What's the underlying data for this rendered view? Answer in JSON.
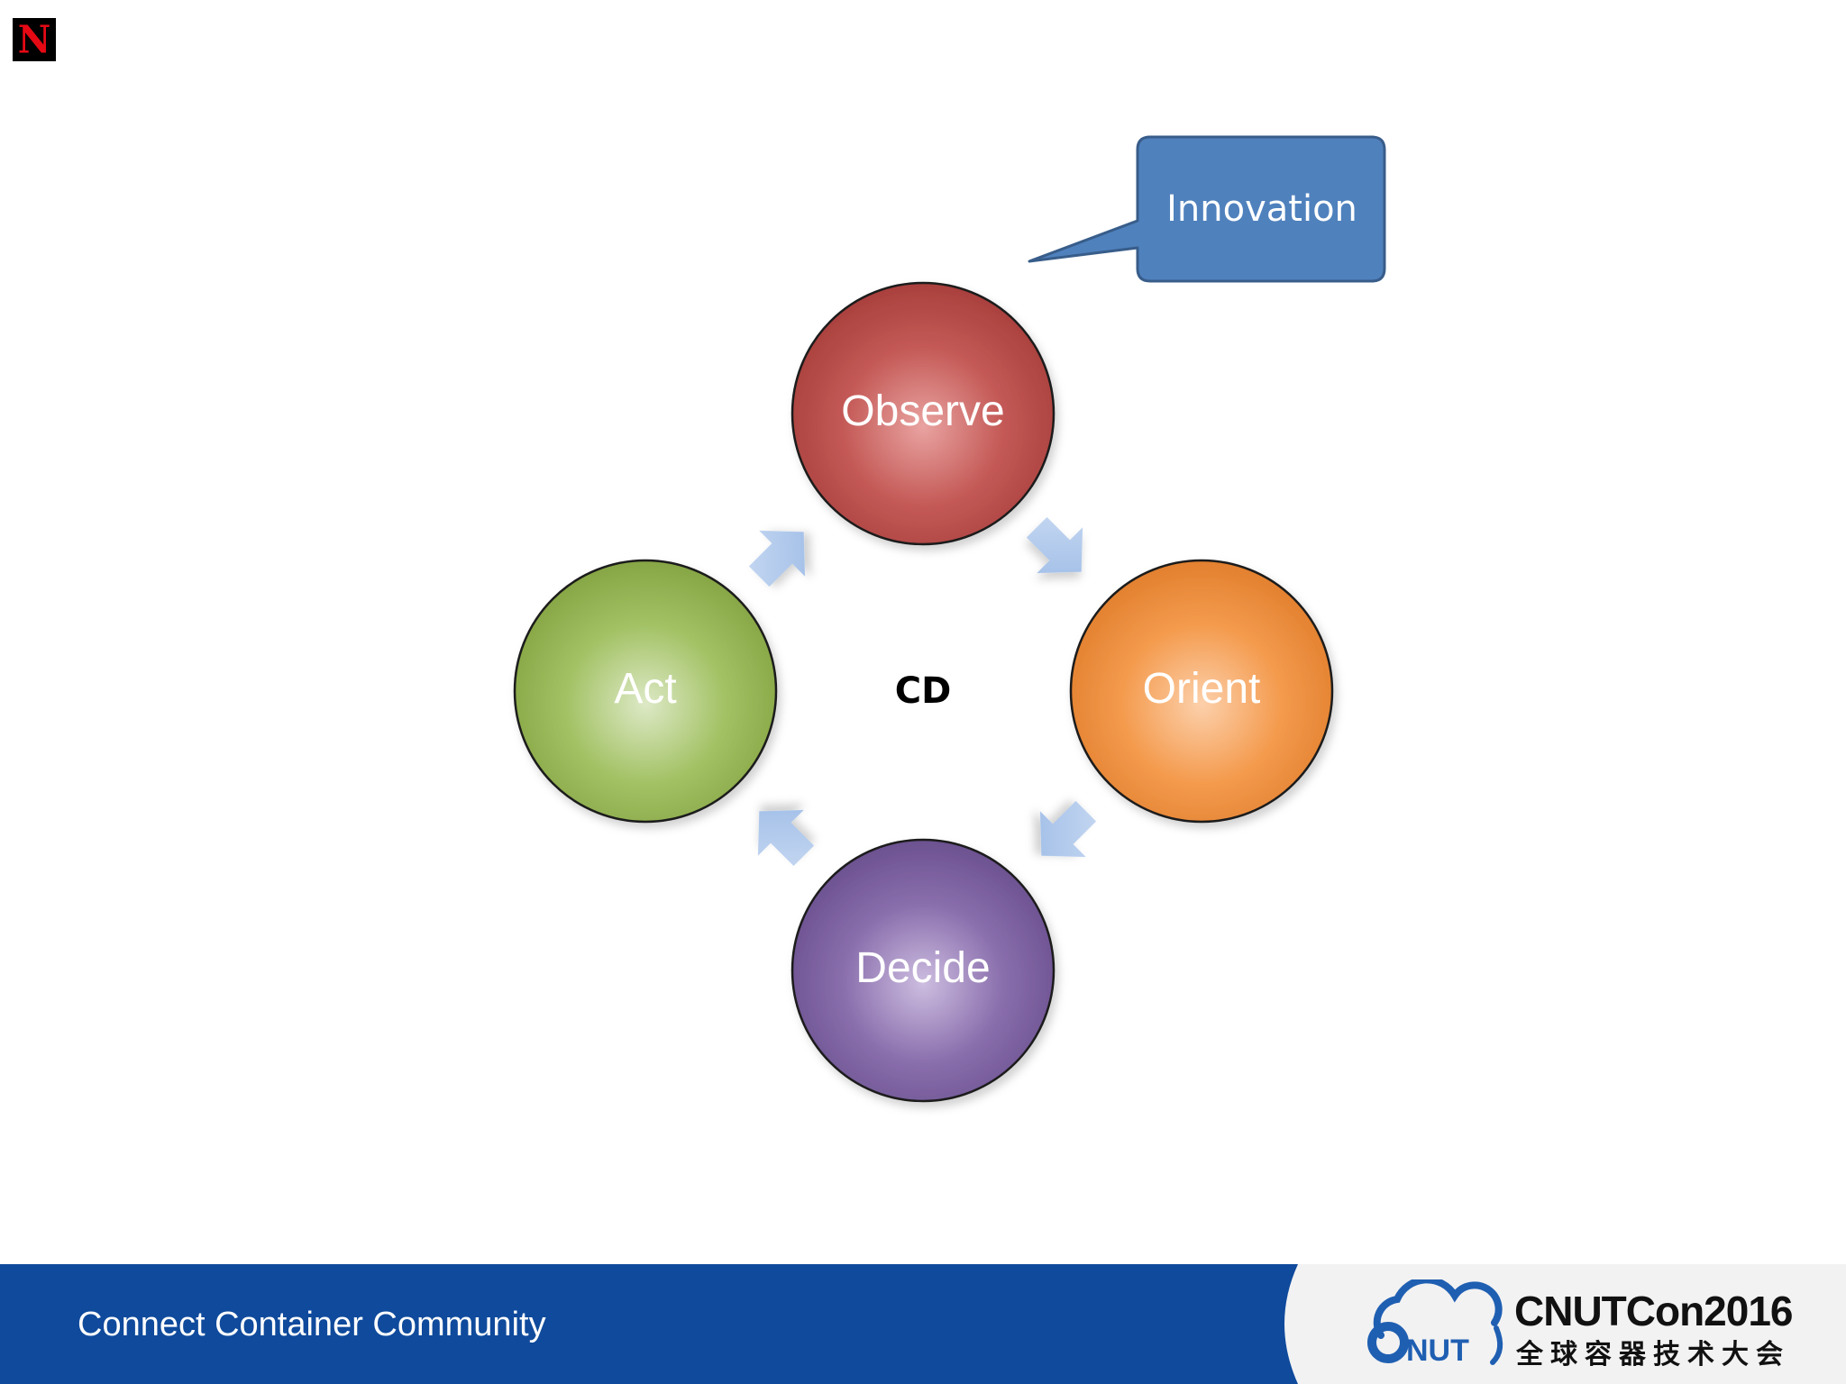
{
  "slide": {
    "center_label": "CD",
    "callout_label": "Innovation",
    "nodes": [
      {
        "id": "observe",
        "label": "Observe",
        "color": "#c0504d"
      },
      {
        "id": "orient",
        "label": "Orient",
        "color": "#f79646"
      },
      {
        "id": "decide",
        "label": "Decide",
        "color": "#8064a2"
      },
      {
        "id": "act",
        "label": "Act",
        "color": "#9bbb59"
      }
    ],
    "callout_color": "#4f81bd",
    "arrow_color": "#a8c4e8"
  },
  "footer": {
    "tagline": "Connect Container Community",
    "brand_name": "CNUTCon2016",
    "brand_sub": "全球容器技术大会",
    "brand_badge": "NUT",
    "bar_color": "#0f4a9c"
  },
  "logo": {
    "letter": "N",
    "icon": "netflix-logo-icon"
  }
}
